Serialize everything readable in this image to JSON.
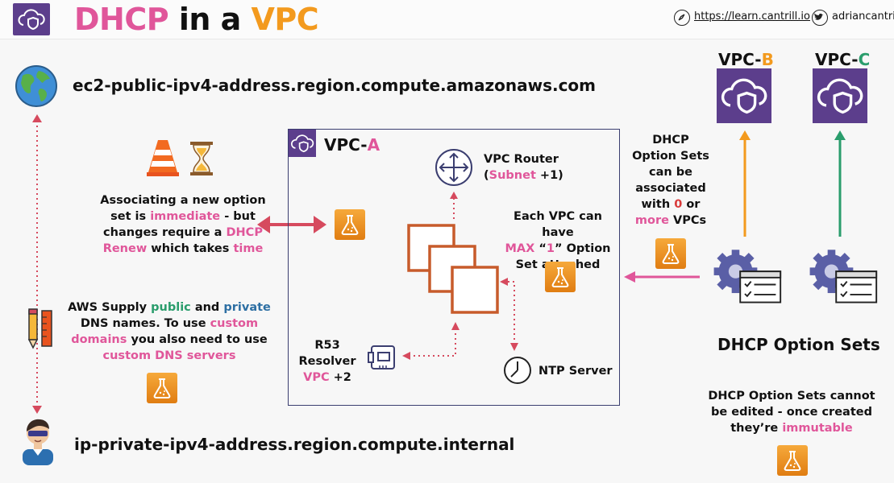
{
  "header": {
    "title_part1": "DHCP",
    "title_part2": "in a",
    "title_part3": "VPC",
    "website": "https://learn.cantrill.io",
    "twitter": "adriancantrill"
  },
  "public_dns": "ec2-public-ipv4-address.region.compute.amazonaws.com",
  "private_dns": "ip-private-ipv4-address.region.compute.internal",
  "option_set_note": {
    "l1": "Associating a new option",
    "l2a": "set is ",
    "l2b": "immediate",
    "l2c": " - but",
    "l3a": "changes require a ",
    "l3b": "DHCP",
    "l4a": "Renew",
    "l4b": " which takes ",
    "l4c": "time"
  },
  "dns_note": {
    "l1a": "AWS Supply ",
    "l1b": "public",
    "l1c": " and ",
    "l1d": "private",
    "l2a": "DNS names. To use ",
    "l2b": "custom",
    "l3a": "domains",
    "l3b": " you also need to use",
    "l4": "custom DNS servers"
  },
  "vpc_a": {
    "prefix": "VPC-",
    "suffix": "A"
  },
  "router": {
    "l1": "VPC Router",
    "l2a": "(",
    "l2b": "Subnet",
    "l2c": " +1)"
  },
  "max_note": {
    "l1": "Each VPC can have",
    "l2a": "MAX",
    "l2b": " “",
    "l2c": "1",
    "l2d": "” Option",
    "l3": "Set attached"
  },
  "r53": {
    "l1": "R53",
    "l2": "Resolver",
    "l3a": "VPC",
    "l3b": " +2"
  },
  "ntp": "NTP Server",
  "assoc_note": {
    "l1": "DHCP",
    "l2": "Option Sets",
    "l3": "can be",
    "l4": "associated",
    "l5a": "with ",
    "l5b": "0",
    "l5c": " or",
    "l6a": "more",
    "l6b": " VPCs"
  },
  "vpc_b": {
    "prefix": "VPC-",
    "suffix": "B"
  },
  "vpc_c": {
    "prefix": "VPC-",
    "suffix": "C"
  },
  "dhcp_option_sets": "DHCP Option Sets",
  "immutable_note": {
    "l1": "DHCP Option Sets cannot",
    "l2": "be edited - once created",
    "l3a": "they’re ",
    "l3b": "immutable"
  },
  "colors": {
    "pink": "#e0569a",
    "orange": "#f39a1e",
    "green": "#2a9d6c",
    "purple": "#5c3e8c",
    "arrow_red": "#d64a5e",
    "instance": "#c75b2b"
  },
  "icons": [
    "cloud-shield-icon",
    "globe-icon",
    "traffic-cone-icon",
    "hourglass-icon",
    "pencil-ruler-icon",
    "user-avatar-icon",
    "router-icon",
    "flask-icon",
    "ec2-instance-icon",
    "network-interface-icon",
    "clock-icon",
    "gear-list-icon",
    "compass-icon",
    "twitter-icon"
  ]
}
